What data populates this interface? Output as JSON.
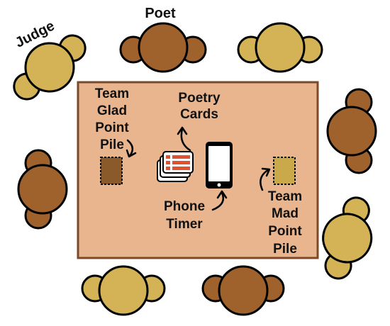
{
  "labels": {
    "poet": "Poet",
    "judge": "Judge",
    "poetry_cards_line1": "Poetry",
    "poetry_cards_line2": "Cards",
    "team_glad_line1": "Team",
    "team_glad_line2": "Glad",
    "team_glad_line3": "Point",
    "team_glad_line4": "Pile",
    "team_mad_line1": "Team",
    "team_mad_line2": "Mad",
    "team_mad_line3": "Point",
    "team_mad_line4": "Pile",
    "phone_timer_line1": "Phone",
    "phone_timer_line2": "Timer"
  },
  "colors": {
    "table_fill": "#E8B58F",
    "table_border": "#7A4A2A",
    "player_brown": "#A0622C",
    "player_tan": "#D4B256",
    "glad_pile": "#8B5A2B",
    "mad_pile": "#C9A94A",
    "card_red": "#E0522E"
  },
  "icons": {
    "phone": "smartphone-icon",
    "cards": "card-stack-icon"
  }
}
